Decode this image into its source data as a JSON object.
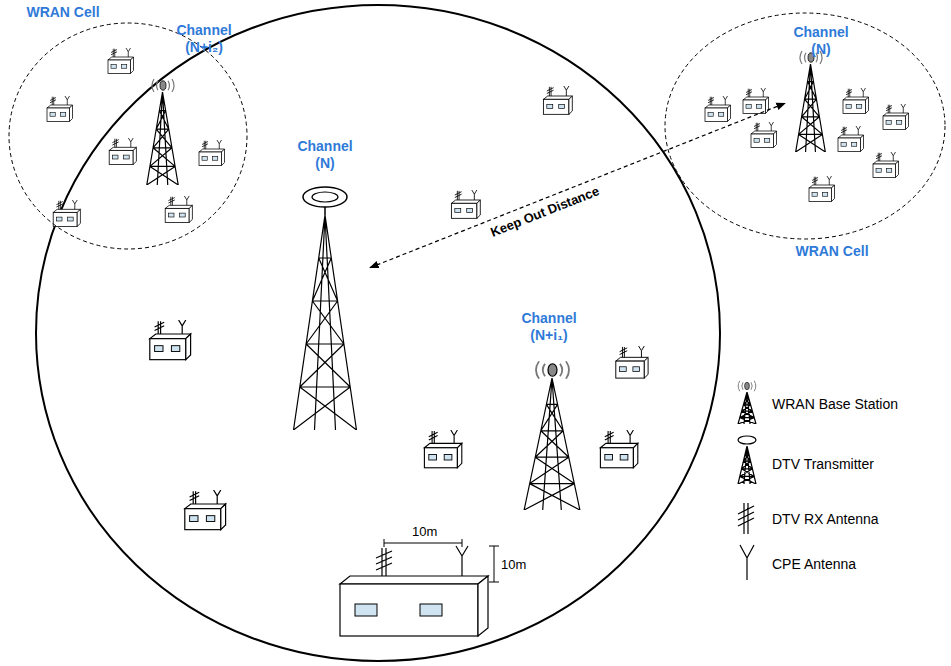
{
  "diagram": {
    "nodes": [
      {
        "text": [
          "WRAN Cell"
        ]
      },
      {
        "text": [
          "Channel (N+i₂)"
        ],
        "in": 0
      },
      {
        "text": [
          "WRAN Cell"
        ]
      },
      {
        "text": [
          "Channel (N)"
        ],
        "in": 2
      },
      {
        "text": [
          "Channel (N)"
        ]
      },
      {
        "text": [
          "Channel (N+i₁)"
        ]
      }
    ],
    "edges": [
      {
        "from": 4,
        "to": 3,
        "arrow": "both",
        "label": "Keep Out Distance"
      }
    ],
    "labels": [
      "10m",
      "10m"
    ],
    "legend": [
      {
        "text": "WRAN Base Station"
      },
      {
        "text": "DTV Transmitter"
      },
      {
        "text": "DTV RX Antenna"
      },
      {
        "text": "CPE Antenna"
      }
    ]
  }
}
